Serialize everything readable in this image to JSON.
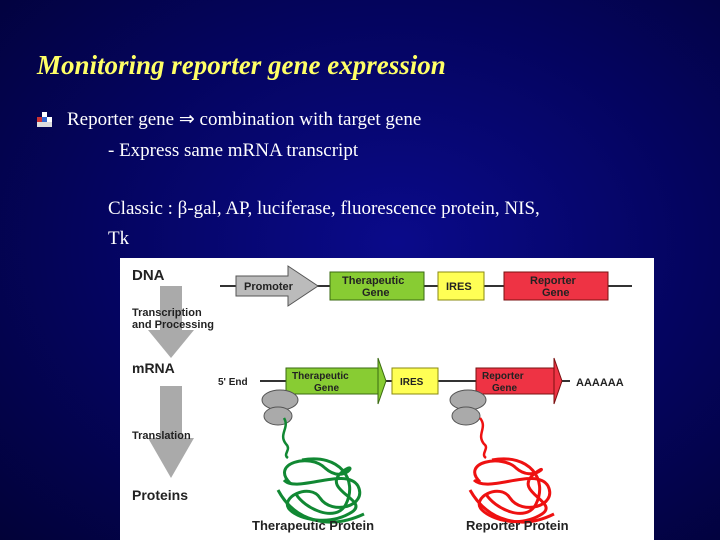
{
  "slide": {
    "title": "Monitoring reporter gene expression",
    "line1_before": "Reporter gene ",
    "line1_symbol": "⇒",
    "line1_after": " combination with target gene",
    "line2": "- Express same mRNA transcript",
    "line3_before": "Classic : ",
    "line3_symbol": "β",
    "line3_after": "-gal, AP, luciferase, fluorescence protein, NIS,",
    "line4": "Tk"
  },
  "diagram": {
    "dna": "DNA",
    "transcription": "Transcription",
    "processing": "and Processing",
    "mrna": "mRNA",
    "translation": "Translation",
    "proteins": "Proteins",
    "promoter": "Promoter",
    "therapeutic_gene_1": "Therapeutic",
    "therapeutic_gene_2": "Gene",
    "ires": "IRES",
    "reporter_gene_1": "Reporter",
    "reporter_gene_2": "Gene",
    "five_end": "5' End",
    "polya": "AAAAAA",
    "therapeutic_protein": "Therapeutic Protein",
    "reporter_protein": "Reporter Protein"
  },
  "colors": {
    "title": "#ffff66",
    "background": "#04045e",
    "therapeutic": "#88cc33",
    "ires": "#ffff55",
    "reporter": "#ee3344",
    "therapeutic_protein": "#118833",
    "reporter_protein": "#ee1111"
  }
}
